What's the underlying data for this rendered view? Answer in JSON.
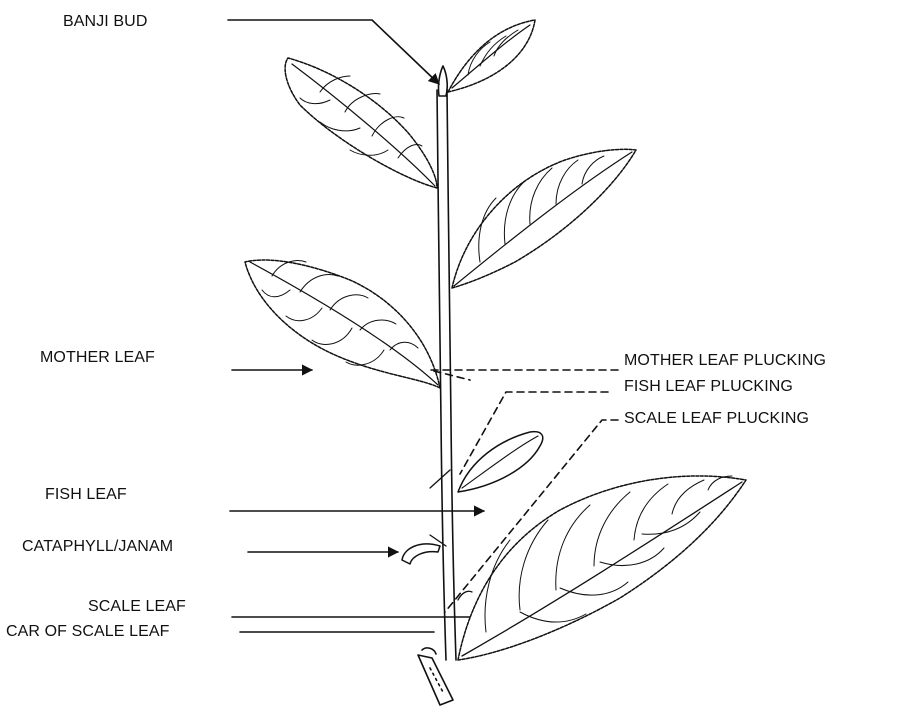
{
  "labels": {
    "banji_bud": "BANJI BUD",
    "mother_leaf": "MOTHER LEAF",
    "fish_leaf": "FISH LEAF",
    "cataphyll": "CATAPHYLL/JANAM",
    "scale_leaf": "SCALE LEAF",
    "car_of_scale_leaf": "CAR OF SCALE LEAF",
    "mother_leaf_plucking": "MOTHER LEAF PLUCKING",
    "fish_leaf_plucking": "FISH LEAF PLUCKING",
    "scale_leaf_plucking": "SCALE LEAF PLUCKING"
  },
  "colors": {
    "ink": "#111111",
    "background": "#ffffff"
  }
}
